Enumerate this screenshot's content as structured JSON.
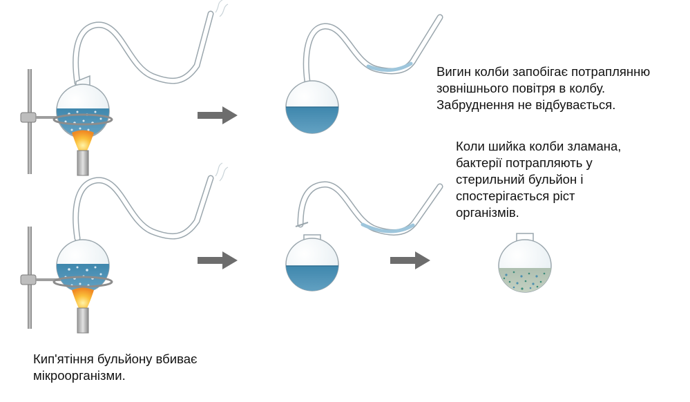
{
  "captions": {
    "neck_prevents": [
      "Вигин колби запобігає потраплянню",
      "зовнішнього повітря в колбу.",
      "Забруднення не відбувається."
    ],
    "broken_neck": [
      "Коли шийка колби зламана,",
      "бактерії потрапляють у",
      "стерильний бульйон і",
      "спостерігається ріст",
      "організмів."
    ],
    "boiling": [
      "Кип'ятіння бульйону вбиває",
      "мікроорганізми."
    ]
  },
  "colors": {
    "broth": "#4f8fb0",
    "broth_cloudy": "#b9c9b6",
    "glass_stroke": "#9aa6ad",
    "arrow": "#6d6d6d",
    "flame": "#f3a532",
    "stand": "#8c8c8c"
  }
}
